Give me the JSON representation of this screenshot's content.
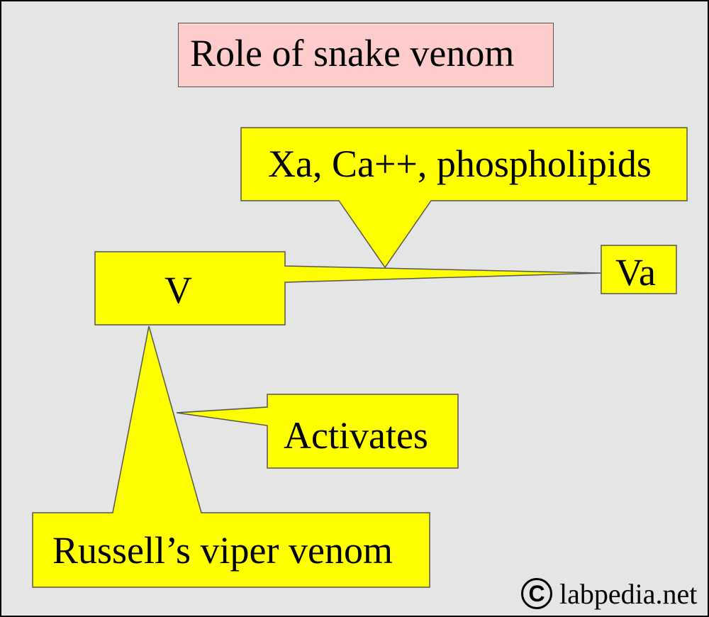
{
  "title": "Role of snake venom",
  "nodes": {
    "cofactors": "Xa, Ca++, phospholipids",
    "factor_v": "V",
    "factor_va": "Va",
    "action": "Activates",
    "venom": "Russell’s viper venom"
  },
  "watermark": {
    "symbol": "C",
    "text": "labpedia.net"
  },
  "colors": {
    "background": "#e5e5e5",
    "callout_fill": "#ffff00",
    "title_fill": "#ffcccc",
    "outline": "#555555"
  }
}
